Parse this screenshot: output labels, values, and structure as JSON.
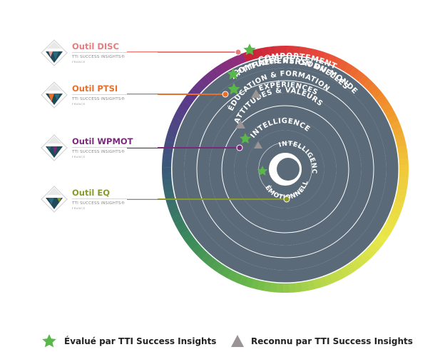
{
  "tools": [
    {
      "name": "Outil DISC",
      "brand": "TTI SUCCESS INSIGHTS®",
      "sub": "FRANCE",
      "color": "#e87c7c"
    },
    {
      "name": "Outil PTSI",
      "brand": "TTI SUCCESS INSIGHTS®",
      "sub": "FRANCE",
      "color": "#e8702a"
    },
    {
      "name": "Outil WPMOT",
      "brand": "TTI SUCCESS INSIGHTS®",
      "sub": "FRANCE",
      "color": "#7a2a7a"
    },
    {
      "name": "Outil EQ",
      "brand": "TTI SUCCESS INSIGHTS®",
      "sub": "FRANCE",
      "color": "#8a9a2a"
    }
  ],
  "rings": [
    {
      "label": "COMPORTEMENT",
      "marker": "star"
    },
    {
      "label": "COMPRÉHENSION DU MONDE",
      "marker": "star"
    },
    {
      "label": "APTITUDES PERSONNELLES",
      "marker": "star"
    },
    {
      "label": "EXPÉRIENCES",
      "marker": "triangle"
    },
    {
      "label": "ÉDUCATION & FORMATION",
      "marker": "triangle"
    },
    {
      "label": "ATTITUDES & VALEURS",
      "marker": "star"
    },
    {
      "label": "INTELLIGENCE",
      "marker": "triangle"
    },
    {
      "label_line1": "INTELLIGENCE",
      "label_line2": "ÉMOTIONNELLE",
      "marker": "star"
    }
  ],
  "legend": {
    "star_label": "Évalué par TTI Success Insights",
    "triangle_label": "Reconnu par TTI Success Insights"
  },
  "colors": {
    "ring_slate": "#5a6a78",
    "star_green": "#5ab84a",
    "triangle_grey": "#9a9494",
    "gradient": [
      "#c8203a",
      "#e84a3a",
      "#f08a2a",
      "#f0c83a",
      "#e8e84a",
      "#b8d84a",
      "#6ab84a",
      "#3a8a5a",
      "#3a5a7a",
      "#5a3a8a",
      "#9a2a7a"
    ]
  }
}
